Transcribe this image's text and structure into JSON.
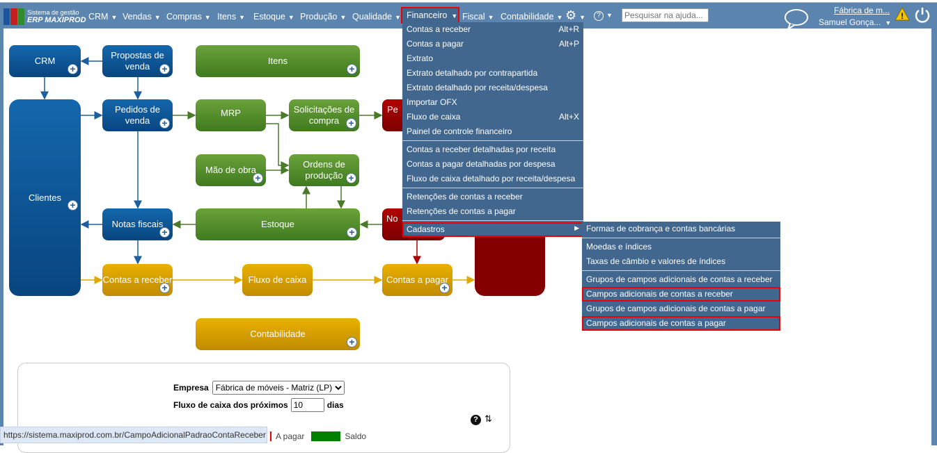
{
  "header": {
    "logo_line1": "Sistema de gestão",
    "logo_line2": "ERP MAXIPROD",
    "nav": [
      "CRM",
      "Vendas",
      "Compras",
      "Itens",
      "Estoque",
      "Produção",
      "Qualidade"
    ],
    "financeiro": "Financeiro",
    "fiscal": "Fiscal",
    "contabilidade": "Contabilidade",
    "search_placeholder": "Pesquisar na ajuda...",
    "company": "Fábrica de m...",
    "user": "Samuel Gonça..."
  },
  "menu": {
    "items": [
      {
        "label": "Contas a receber",
        "shortcut": "Alt+R"
      },
      {
        "label": "Contas a pagar",
        "shortcut": "Alt+P"
      },
      {
        "label": "Extrato",
        "shortcut": ""
      },
      {
        "label": "Extrato detalhado por contrapartida",
        "shortcut": ""
      },
      {
        "label": "Extrato detalhado por receita/despesa",
        "shortcut": ""
      },
      {
        "label": "Importar OFX",
        "shortcut": ""
      },
      {
        "label": "Fluxo de caixa",
        "shortcut": "Alt+X"
      },
      {
        "label": "Painel de controle financeiro",
        "shortcut": ""
      }
    ],
    "reports": [
      "Contas a receber detalhadas por receita",
      "Contas a pagar detalhadas por despesa",
      "Fluxo de caixa detalhado por receita/despesa"
    ],
    "retencoes": [
      "Retenções de contas a receber",
      "Retenções de contas a pagar"
    ],
    "cadastros": "Cadastros"
  },
  "submenu": [
    "Formas de cobrança e contas bancárias",
    "Moedas e índices",
    "Taxas de câmbio e valores de índices",
    "Grupos de campos adicionais de contas a receber",
    "Campos adicionais de contas a receber",
    "Grupos de campos adicionais de contas a pagar",
    "Campos adicionais de contas a pagar"
  ],
  "diagram": {
    "crm": "CRM",
    "propostas": "Propostas de venda",
    "itens": "Itens",
    "clientes": "Clientes",
    "pedidos_venda": "Pedidos de venda",
    "mrp": "MRP",
    "solicitacoes": "Solicitações de compra",
    "pedidos_compra": "Pe",
    "mao_obra": "Mão de obra",
    "ordens": "Ordens de produção",
    "notas": "Notas fiscais",
    "estoque": "Estoque",
    "notas_entrada": "No",
    "contas_receber": "Contas a receber",
    "fluxo": "Fluxo de caixa",
    "contas_pagar": "Contas a pagar",
    "contabilidade": "Contabilidade"
  },
  "panel": {
    "empresa_label": "Empresa",
    "empresa_value": "Fábrica de móveis - Matriz (LP)",
    "fluxo_label": "Fluxo de caixa dos próximos",
    "dias_value": "10",
    "dias_label": "dias",
    "legend_pagar": "A pagar",
    "legend_saldo": "Saldo"
  },
  "status_url": "https://sistema.maxiprod.com.br/CampoAdicionalPadraoContaReceber"
}
